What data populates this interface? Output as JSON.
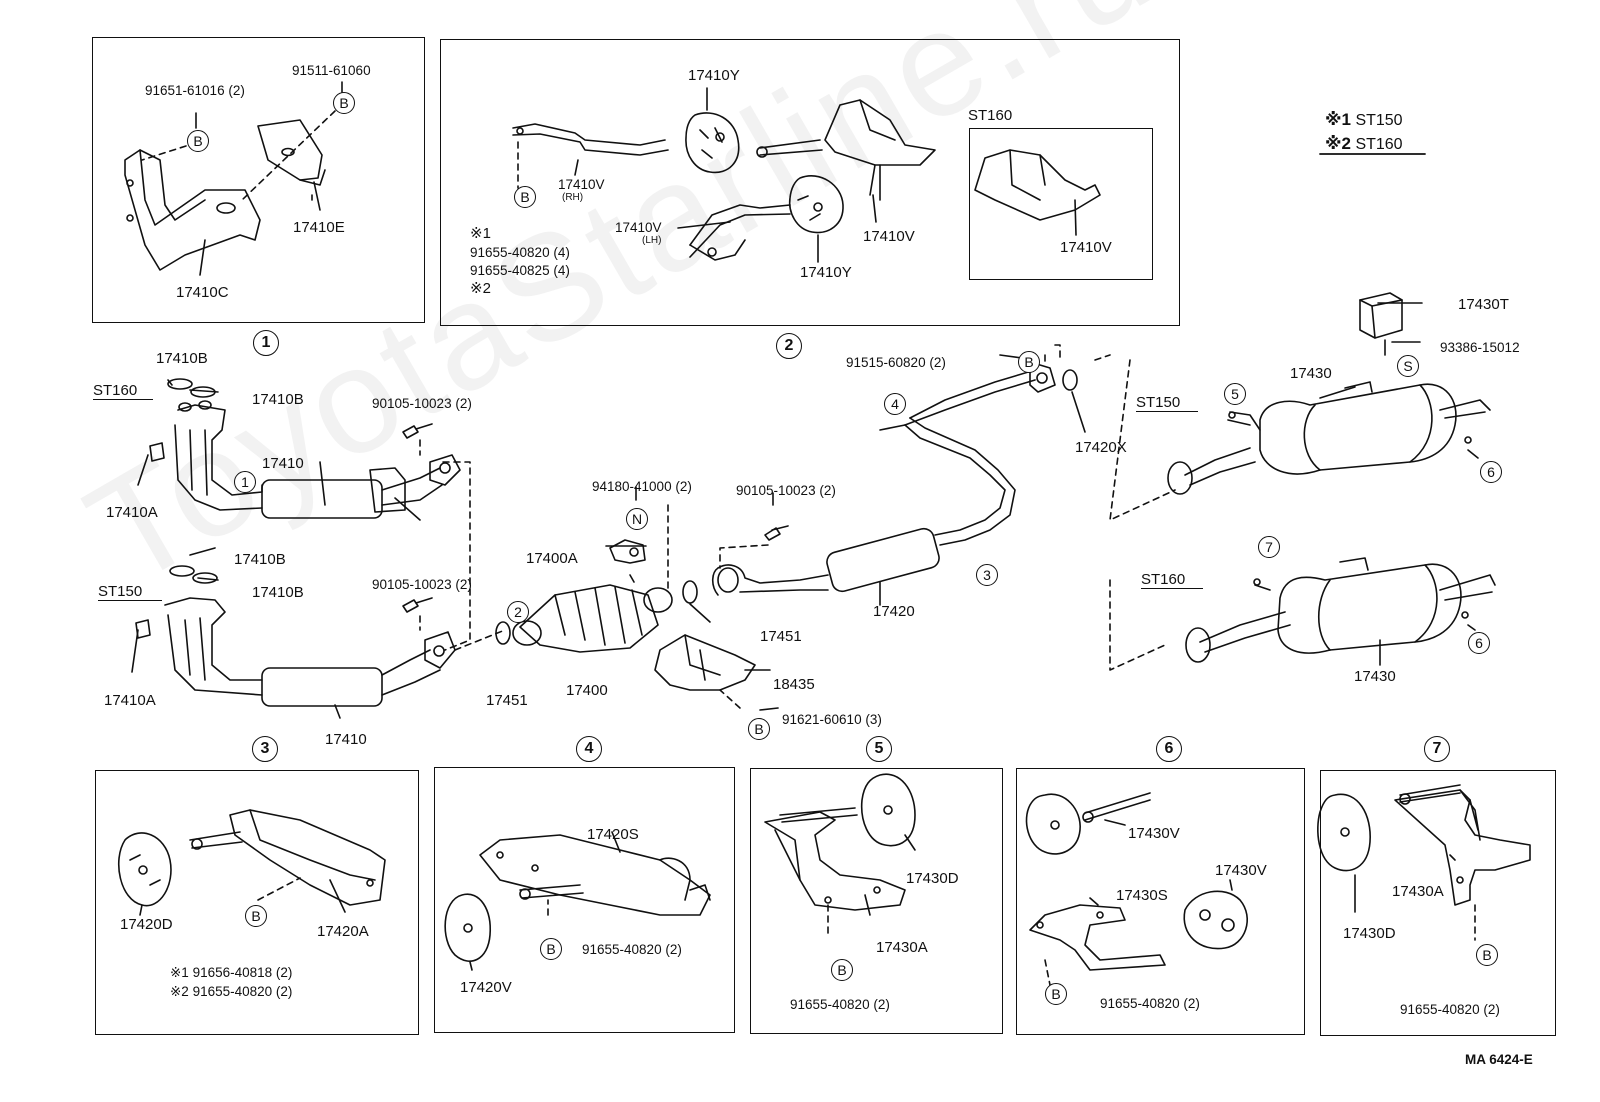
{
  "watermark": "ToyotaStarline.ru",
  "legend": {
    "rows": [
      {
        "mark": "※1",
        "model": "ST150"
      },
      {
        "mark": "※2",
        "model": "ST160"
      }
    ]
  },
  "diagram_code": "MA 6424-E",
  "panel1": {
    "callout": "1",
    "parts": {
      "bolt_a": "91651-61016 (2)",
      "bolt_b": "91511-61060",
      "heat_shield": "17410E",
      "bracket": "17410C"
    },
    "bolt_mark": "B"
  },
  "panel2": {
    "callout": "2",
    "parts": {
      "hanger_top": "17410Y",
      "rh_pipe": "17410V",
      "rh_note": "(RH)",
      "lh_pipe": "17410V",
      "lh_note": "(LH)",
      "hanger_low": "17410Y",
      "bracket_mid": "17410V",
      "st160_title": "ST160",
      "st160_bracket": "17410V",
      "bolt_mark": "B",
      "note1": "※1",
      "bolt1": "91655-40820 (4)",
      "bolt2": "91655-40825 (4)",
      "note2": "※2"
    }
  },
  "main": {
    "st160_label": "ST160",
    "st150_label": "ST150",
    "gasket_b1": "17410B",
    "gasket_b2": "17410B",
    "gasket_b3": "17410B",
    "gasket_b4": "17410B",
    "nut_a1": "17410A",
    "nut_a2": "17410A",
    "front_pipe1": "17410",
    "front_pipe2": "17410",
    "bolt_top1": "90105-10023 (2)",
    "bolt_top2": "90105-10023 (2)",
    "nut_n": "94180-41000 (2)",
    "n_mark": "N",
    "clamp": "17400A",
    "bolt_mid": "90105-10023 (2)",
    "converter": "17400",
    "gasket_451a": "17451",
    "gasket_451b": "17451",
    "center_pipe": "17420",
    "bolt_top_b": "91515-60820 (2)",
    "gasket_420x": "17420X",
    "heat_ins": "18435",
    "bolt_bottom": "91621-60610 (3)",
    "cushion": "17430T",
    "bolt_s": "93386-15012",
    "s_mark": "S",
    "muffler1": "17430",
    "muffler2": "17430",
    "st150_rear": "ST150",
    "st160_rear": "ST160",
    "b_mark": "B"
  },
  "callouts": {
    "c1_under": "1",
    "c2_under": "2",
    "c3_under": "3",
    "c4_under": "4",
    "c5_under": "5",
    "c6_under": "6",
    "c7_under": "7",
    "c1_main": "1",
    "c2_main": "2",
    "c3_main": "3",
    "c4_main": "4",
    "c5_main": "5",
    "c6_main1": "6",
    "c6_main2": "6",
    "c7_main": "7"
  },
  "panel3": {
    "hanger": "17420D",
    "bracket": "17420A",
    "note1": "※1 91656-40818 (2)",
    "note2": "※2 91655-40820 (2)",
    "b": "B"
  },
  "panel4": {
    "bracket": "17420S",
    "bolt": "91655-40820 (2)",
    "hanger": "17420V",
    "b": "B"
  },
  "panel5": {
    "hanger": "17430D",
    "bracket": "17430A",
    "bolt": "91655-40820 (2)",
    "b": "B"
  },
  "panel6": {
    "hanger1": "17430V",
    "bracket": "17430S",
    "hanger2": "17430V",
    "bolt": "91655-40820 (2)",
    "b": "B"
  },
  "panel7": {
    "bracket": "17430A",
    "hanger": "17430D",
    "bolt": "91655-40820 (2)",
    "b": "B"
  }
}
